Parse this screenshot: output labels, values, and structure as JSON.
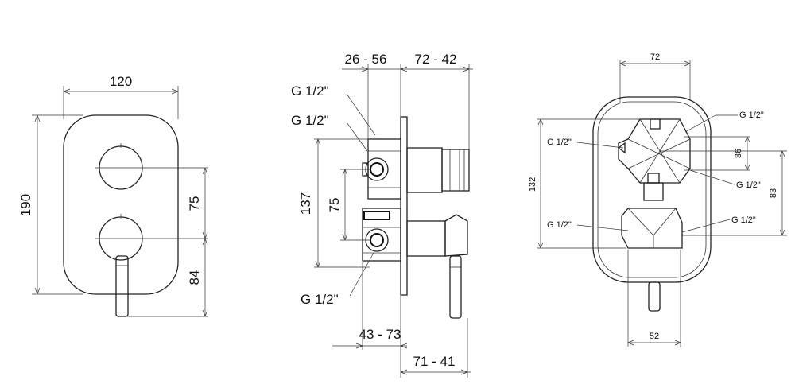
{
  "front_view": {
    "width": "120",
    "height": "190",
    "spacing_upper": "75",
    "spacing_lower": "84"
  },
  "side_view": {
    "depth_back": "26 - 56",
    "depth_front": "72 - 42",
    "height_body": "137",
    "spacing": "75",
    "thread_1": "G 1/2\"",
    "thread_2": "G 1/2\"",
    "thread_3": "G 1/2\"",
    "depth_lower_back": "43 - 73",
    "depth_lower_front": "71 - 41"
  },
  "rear_view": {
    "width_top": "72",
    "height_total": "132",
    "spacing_small": "36",
    "height_lower": "83",
    "width_bottom": "52",
    "thread_top_right": "G 1/2\"",
    "thread_left": "G 1/2\"",
    "thread_right": "G 1/2\"",
    "thread_bottom_left": "G 1/2\"",
    "thread_bottom_right": "G 1/2\""
  }
}
